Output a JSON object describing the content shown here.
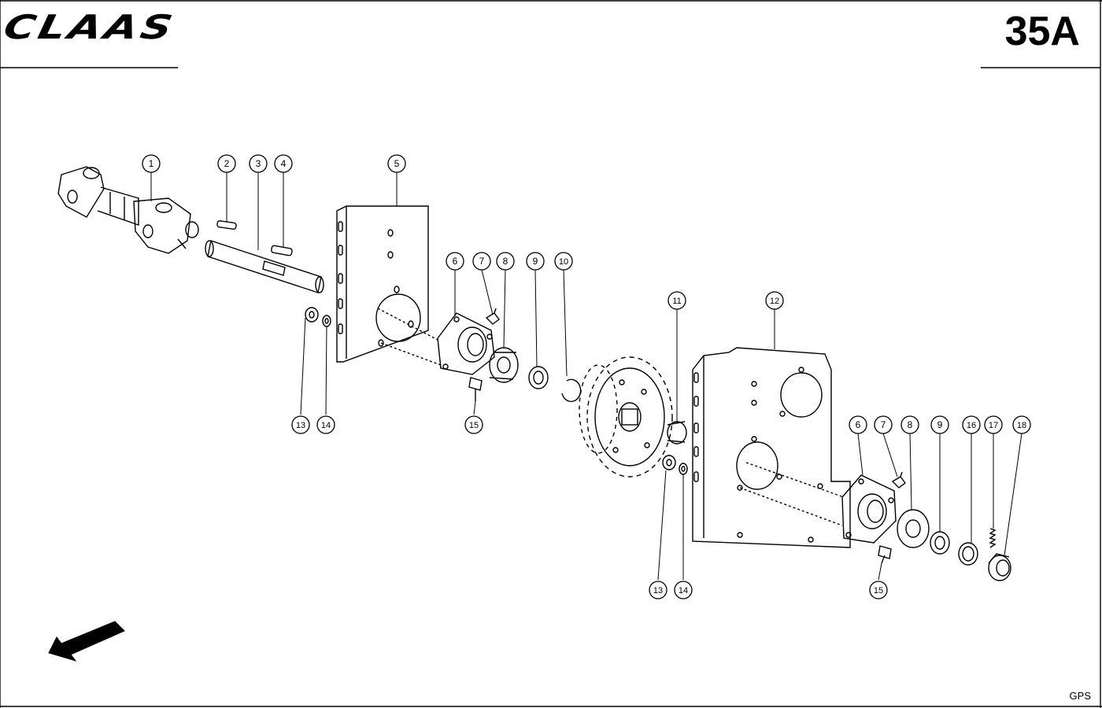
{
  "header": {
    "brand": "CLAAS",
    "page_code": "35A"
  },
  "footer": {
    "code": "GPS"
  },
  "callouts": [
    {
      "id": "c1",
      "label": "1"
    },
    {
      "id": "c2",
      "label": "2"
    },
    {
      "id": "c3",
      "label": "3"
    },
    {
      "id": "c4",
      "label": "4"
    },
    {
      "id": "c5",
      "label": "5"
    },
    {
      "id": "c6a",
      "label": "6"
    },
    {
      "id": "c7a",
      "label": "7"
    },
    {
      "id": "c8a",
      "label": "8"
    },
    {
      "id": "c9a",
      "label": "9"
    },
    {
      "id": "c10",
      "label": "10"
    },
    {
      "id": "c11",
      "label": "11"
    },
    {
      "id": "c12",
      "label": "12"
    },
    {
      "id": "c13a",
      "label": "13"
    },
    {
      "id": "c14a",
      "label": "14"
    },
    {
      "id": "c15a",
      "label": "15"
    },
    {
      "id": "c6b",
      "label": "6"
    },
    {
      "id": "c7b",
      "label": "7"
    },
    {
      "id": "c8b",
      "label": "8"
    },
    {
      "id": "c9b",
      "label": "9"
    },
    {
      "id": "c16",
      "label": "16"
    },
    {
      "id": "c17",
      "label": "17"
    },
    {
      "id": "c18",
      "label": "18"
    },
    {
      "id": "c13b",
      "label": "13"
    },
    {
      "id": "c14b",
      "label": "14"
    },
    {
      "id": "c15b",
      "label": "15"
    }
  ]
}
